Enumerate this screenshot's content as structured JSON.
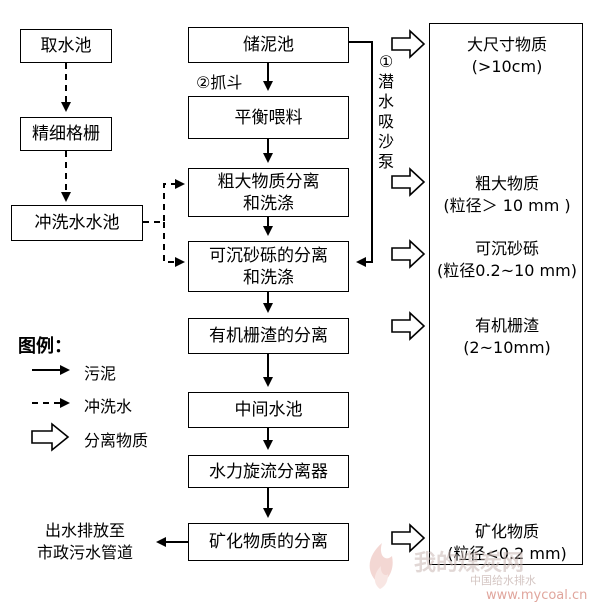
{
  "left_column": {
    "intake": "取水池",
    "fine_screen": "精细格栅",
    "rinse_tank": "冲洗水水池"
  },
  "center_column": {
    "sludge_tank": "储泥池",
    "grab_label": "②抓斗",
    "balance_feed": "平衡喂料",
    "coarse_sep": [
      "粗大物质分离",
      "和洗涤"
    ],
    "grit_sep": [
      "可沉砂砾的分离",
      "和洗涤"
    ],
    "organic_sep": "有机栅渣的分离",
    "mid_tank": "中间水池",
    "hydrocyclone": "水力旋流分离器",
    "mineral_sep": "矿化物质的分离"
  },
  "pump_label": [
    "①",
    "潜",
    "水",
    "吸",
    "沙",
    "泵"
  ],
  "outlet": [
    "出水排放至",
    "市政污水管道"
  ],
  "right_column": [
    {
      "line1": "大尺寸物质",
      "line2": "(>10cm)"
    },
    {
      "line1": "粗大物质",
      "line2": "(粒径＞ 10 mm )"
    },
    {
      "line1": "可沉砂砾",
      "line2": "(粒径0.2~10 mm)"
    },
    {
      "line1": "有机栅渣",
      "line2": "(2~10mm)"
    },
    {
      "line1": "矿化物质",
      "line2": "(粒径<0.2 mm)"
    }
  ],
  "legend": {
    "title": "图例：",
    "sludge": "污泥",
    "rinse_water": "冲洗水",
    "separated": "分离物质"
  },
  "watermark": {
    "main": "我的煤炭网",
    "sub": "中国给水排水",
    "url": "www.mycoal.cn"
  }
}
